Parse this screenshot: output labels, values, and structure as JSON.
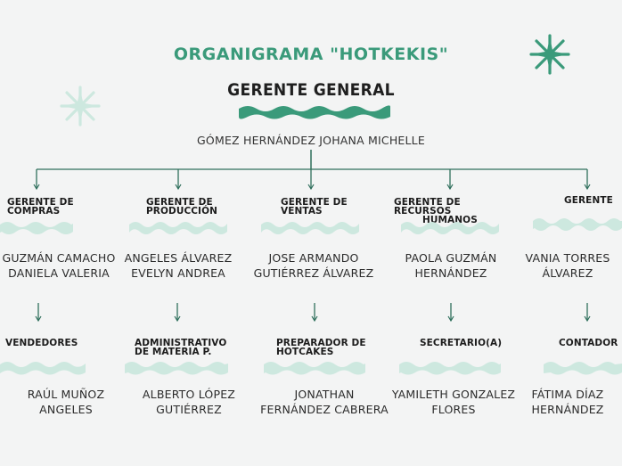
{
  "title": "ORGANIGRAMA \"HOTKEKIS\"",
  "general_manager": {
    "role": "GERENTE GENERAL",
    "name": "GÓMEZ HERNÁNDEZ JOHANA MICHELLE"
  },
  "managers": [
    {
      "role_line1": "GERENTE DE",
      "role_line2": "COMPRAS",
      "name_line1": "GUZMÁN CAMACHO",
      "name_line2": "DANIELA VALERIA"
    },
    {
      "role_line1": "GERENTE DE",
      "role_line2": "PRODUCCIÓN",
      "name_line1": "ANGELES ÁLVAREZ",
      "name_line2": "EVELYN ANDREA"
    },
    {
      "role_line1": "GERENTE DE",
      "role_line2": "VENTAS",
      "name_line1": "JOSE ARMANDO",
      "name_line2": "GUTIÉRREZ ÁLVAREZ"
    },
    {
      "role_line1": "GERENTE DE RECURSOS",
      "role_line2": "HUMANOS",
      "name_line1": "PAOLA GUZMÁN",
      "name_line2": "HERNÁNDEZ"
    },
    {
      "role_line1": "GERENTE",
      "role_line2": "",
      "name_line1": "VANIA TORRES",
      "name_line2": "ÁLVAREZ"
    }
  ],
  "staff": [
    {
      "role_line1": "VENDEDORES",
      "role_line2": "",
      "name_line1": "RAÚL MUÑOZ",
      "name_line2": "ANGELES"
    },
    {
      "role_line1": "ADMINISTRATIVO",
      "role_line2": "DE MATERIA P.",
      "name_line1": "ALBERTO LÓPEZ",
      "name_line2": "GUTIÉRREZ"
    },
    {
      "role_line1": "PREPARADOR DE",
      "role_line2": "HOTCAKES",
      "name_line1": "JONATHAN",
      "name_line2": "FERNÁNDEZ CABRERA"
    },
    {
      "role_line1": "SECRETARIO(A)",
      "role_line2": "",
      "name_line1": "YAMILETH GONZALEZ",
      "name_line2": "FLORES"
    },
    {
      "role_line1": "CONTADOR",
      "role_line2": "",
      "name_line1": "FÁTIMA DÍAZ",
      "name_line2": "HERNÁNDEZ"
    }
  ],
  "colors": {
    "accent": "#3a9a7a",
    "wave_dark": "#3a9a7a",
    "wave_light": "#cde8df",
    "line": "#2f6f5c",
    "star_dark": "#3a9a7a",
    "star_light": "#cde8df",
    "background": "#f3f4f4"
  }
}
